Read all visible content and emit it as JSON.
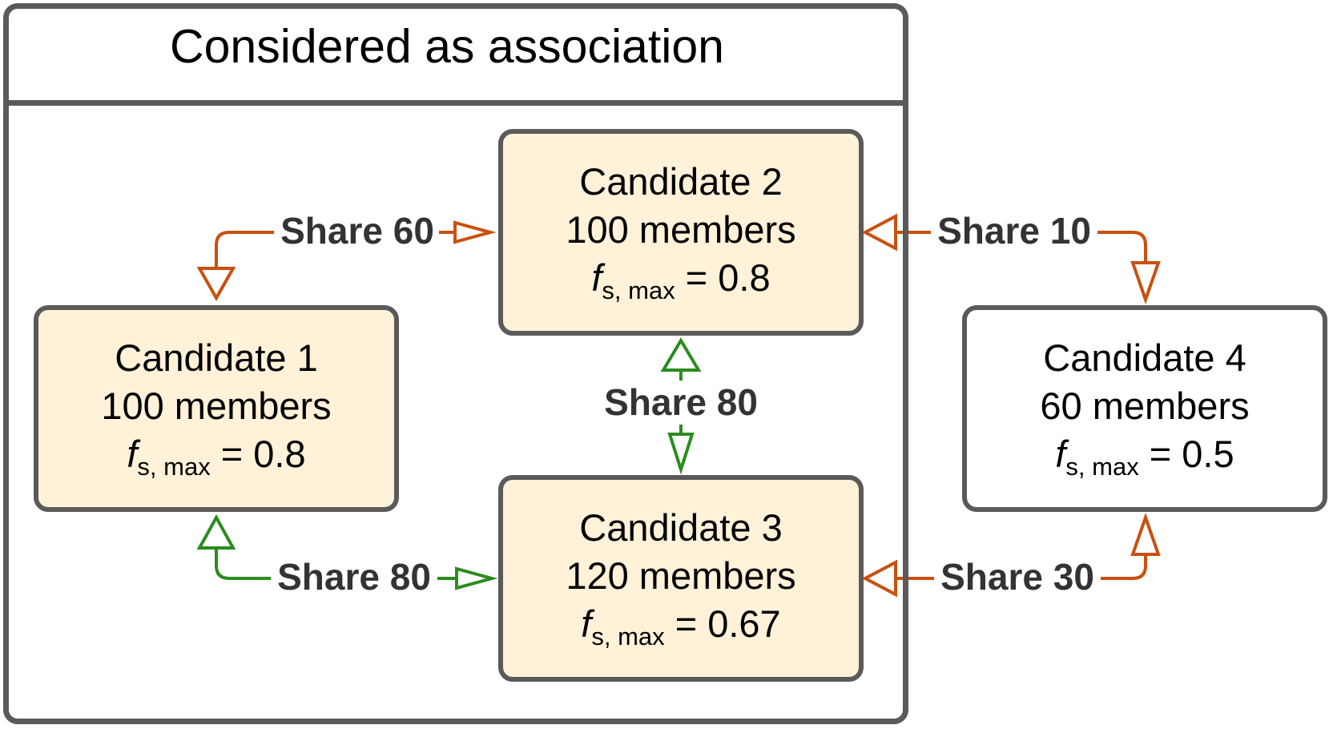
{
  "title": "Considered as association",
  "candidates": [
    {
      "name": "Candidate 1",
      "members": "100 members",
      "fs_symbol": "f",
      "fs_sub": "s, max",
      "fs_value": "= 0.8",
      "in_association": true
    },
    {
      "name": "Candidate 2",
      "members": "100 members",
      "fs_symbol": "f",
      "fs_sub": "s, max",
      "fs_value": "= 0.8",
      "in_association": true
    },
    {
      "name": "Candidate 3",
      "members": "120 members",
      "fs_symbol": "f",
      "fs_sub": "s, max",
      "fs_value": "= 0.67",
      "in_association": true
    },
    {
      "name": "Candidate 4",
      "members": "60 members",
      "fs_symbol": "f",
      "fs_sub": "s, max",
      "fs_value": "= 0.5",
      "in_association": false
    }
  ],
  "shares": [
    {
      "label": "Share 60",
      "between": [
        "Candidate 1",
        "Candidate 2"
      ],
      "color": "#c9500f"
    },
    {
      "label": "Share 10",
      "between": [
        "Candidate 2",
        "Candidate 4"
      ],
      "color": "#c9500f"
    },
    {
      "label": "Share 80",
      "between": [
        "Candidate 2",
        "Candidate 3"
      ],
      "color": "#2a8c1e"
    },
    {
      "label": "Share 80",
      "between": [
        "Candidate 1",
        "Candidate 3"
      ],
      "color": "#2a8c1e"
    },
    {
      "label": "Share 30",
      "between": [
        "Candidate 3",
        "Candidate 4"
      ],
      "color": "#c9500f"
    }
  ],
  "colors": {
    "border": "#5a5a5a",
    "association_fill": "#fff2d9",
    "low_share_edge": "#c9500f",
    "high_share_edge": "#2a8c1e",
    "share_label": "#333333"
  }
}
